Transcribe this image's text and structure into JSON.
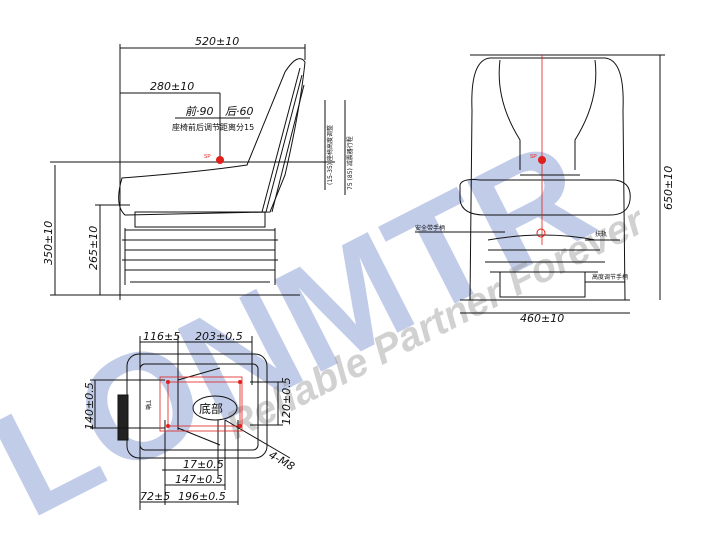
{
  "side_view": {
    "dim_total_depth": "520±10",
    "dim_sp_depth": "280±10",
    "dim_front": "前·90",
    "dim_back": "后·60",
    "adjust_note": "座椅前后调节距离分15",
    "dim_height": "350±10",
    "dim_base_height": "265±10",
    "sp_label": "SP",
    "vertical_note_1": "(15-35) 座椅高度调整",
    "vertical_note_2": "75 (85) 减震器行程"
  },
  "front_view": {
    "dim_height": "650±10",
    "dim_width": "460±10",
    "label_left": "安全带手柄",
    "label_right": "扶轨",
    "label_lower_right": "高度调节手柄",
    "sp_label": "SP"
  },
  "bottom_view": {
    "dim_top_left": "116±5",
    "dim_top_right": "203±0.5",
    "dim_left": "140±0.5",
    "dim_right": "120±0.5",
    "dim_17": "17±0.5",
    "dim_147": "147±0.5",
    "dim_72": "72±5",
    "dim_196": "196±0.5",
    "bolt_note": "4-M8",
    "center_label": "底部",
    "side_label": "T轴"
  },
  "watermark": {
    "brand": "LONMTR",
    "slogan": "Reliable Partner Forever"
  },
  "colors": {
    "line": "#111111",
    "marker": "#e0201c",
    "watermark": "#8fa3d6"
  }
}
